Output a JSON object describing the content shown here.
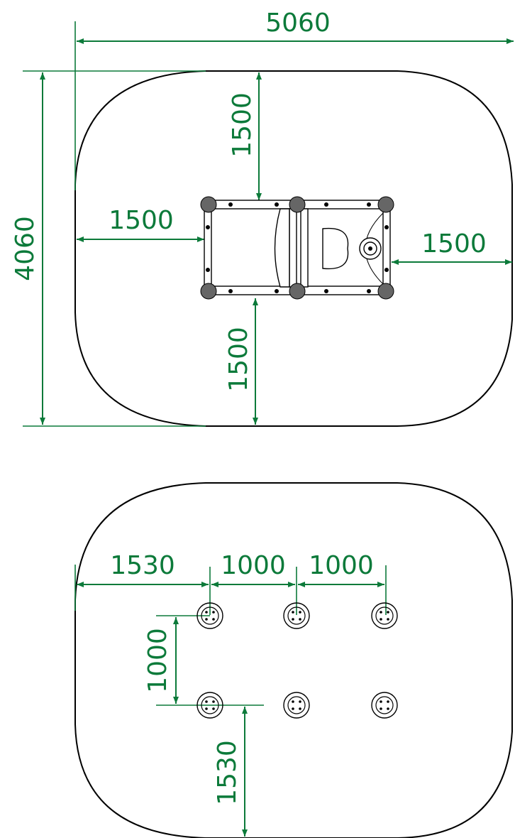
{
  "colors": {
    "dimension": "#0c7a3a",
    "outline": "#000000",
    "background": "#ffffff"
  },
  "top_view": {
    "dims": {
      "overall_width": "5060",
      "overall_depth": "4060",
      "clearance_top": "1500",
      "clearance_left": "1500",
      "clearance_right": "1500",
      "clearance_bottom": "1500"
    }
  },
  "foundation_view": {
    "dims": {
      "left_offset": "1530",
      "spacing_1": "1000",
      "spacing_2": "1000",
      "row_spacing": "1000",
      "bottom_offset": "1530"
    },
    "footings": [
      {
        "name": "footing-1"
      },
      {
        "name": "footing-2"
      },
      {
        "name": "footing-3"
      },
      {
        "name": "footing-4"
      },
      {
        "name": "footing-5"
      },
      {
        "name": "footing-6"
      }
    ]
  }
}
